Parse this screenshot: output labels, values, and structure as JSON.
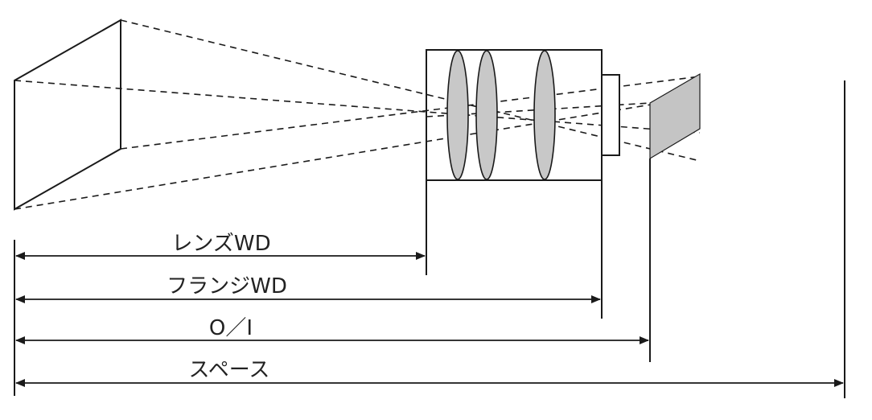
{
  "labels": {
    "lens_wd": "レンズWD",
    "flange_wd": "フランジWD",
    "o_i": "O／I",
    "space": "スペース"
  },
  "colors": {
    "line": "#1a1a1a",
    "lens_fill": "#c8c8c8",
    "sensor_fill": "#c4c4c4",
    "background": "#ffffff"
  }
}
